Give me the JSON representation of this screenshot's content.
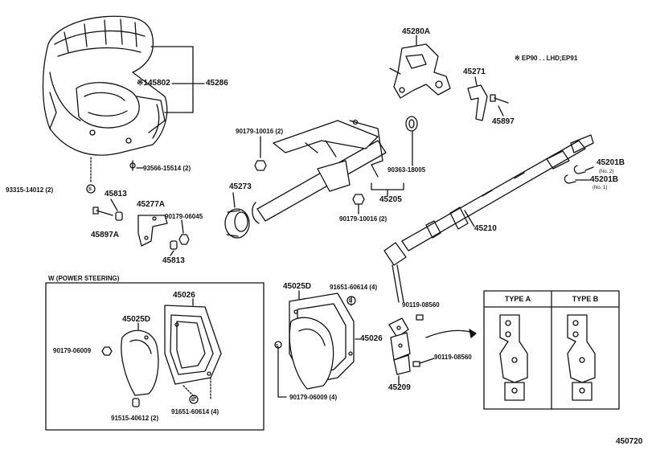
{
  "diagram": {
    "labels": {
      "p45286": "45286",
      "p145802": "※145802",
      "p93566": "93566-15514 (2)",
      "p93315": "93315-14012 (2)",
      "p45813a": "45813",
      "p45277a": "45277A",
      "p90179_06045": "90179-06045",
      "p45897a": "45897A",
      "p45813b": "45813",
      "p45280a": "45280A",
      "note": "※ EP90 . . LHD;EP91",
      "p45271": "45271",
      "p45897": "45897",
      "p90179_10016a": "90179-10016 (2)",
      "p45273": "45273",
      "p90179_10016b": "90179-10016 (2)",
      "p45205": "45205",
      "p90363": "90363-18005",
      "p45201b_a": "45201B",
      "no2": "(No. 2)",
      "p45201b_b": "45201B",
      "no1": "(No. 1)",
      "p45210": "45210",
      "wtitle": "W (POWER STEERING)",
      "w45026": "45026",
      "w45025d": "45025D",
      "w90179_06009": "90179-06009",
      "w91515": "91515-40612 (2)",
      "w91651": "91651-60614 (4)",
      "m45025d": "45025D",
      "m91651": "91651-60614 (4)",
      "m45026": "45026",
      "m90179_06009": "90179-06009 (4)",
      "p90119a": "90119-08560",
      "p90119b": "90119-08560",
      "p45209": "45209",
      "typeA": "TYPE A",
      "typeB": "TYPE B",
      "figno": "450720",
      "markS": "S",
      "markB1": "B",
      "markB2": "B",
      "markS2": "S"
    }
  }
}
